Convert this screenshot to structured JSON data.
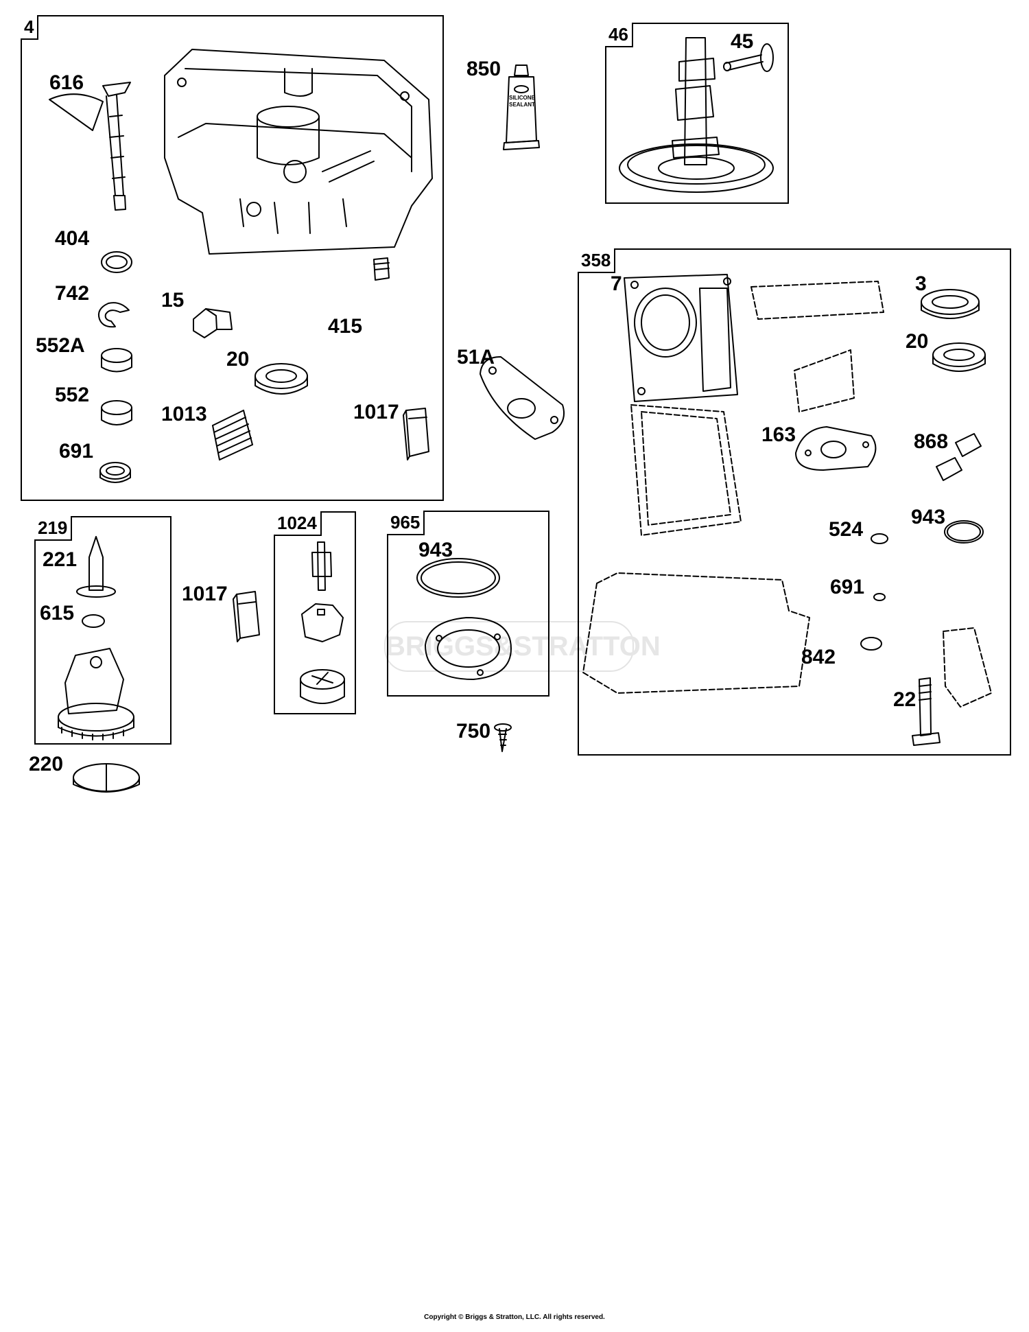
{
  "boxes": [
    {
      "id": "kit-4",
      "label": "4"
    },
    {
      "id": "kit-46",
      "label": "46"
    },
    {
      "id": "kit-358",
      "label": "358"
    },
    {
      "id": "kit-219",
      "label": "219"
    },
    {
      "id": "kit-1024",
      "label": "1024"
    },
    {
      "id": "kit-965",
      "label": "965"
    }
  ],
  "callouts": {
    "c616": "616",
    "c404": "404",
    "c742": "742",
    "c552a": "552A",
    "c552": "552",
    "c691a": "691",
    "c15": "15",
    "c20a": "20",
    "c415": "415",
    "c1013": "1013",
    "c1017a": "1017",
    "c850": "850",
    "c51a": "51A",
    "c45": "45",
    "c7": "7",
    "c3": "3",
    "c20b": "20",
    "c163": "163",
    "c868": "868",
    "c524": "524",
    "c943a": "943",
    "c691b": "691",
    "c842": "842",
    "c22": "22",
    "c221": "221",
    "c615": "615",
    "c220": "220",
    "c1017b": "1017",
    "c943b": "943",
    "c750": "750"
  },
  "tube_text": {
    "line1": "SILICONE",
    "line2": "SEALANT"
  },
  "watermark": "BRIGGS&STRATTON",
  "footer": "Copyright © Briggs & Stratton, LLC. All rights reserved."
}
